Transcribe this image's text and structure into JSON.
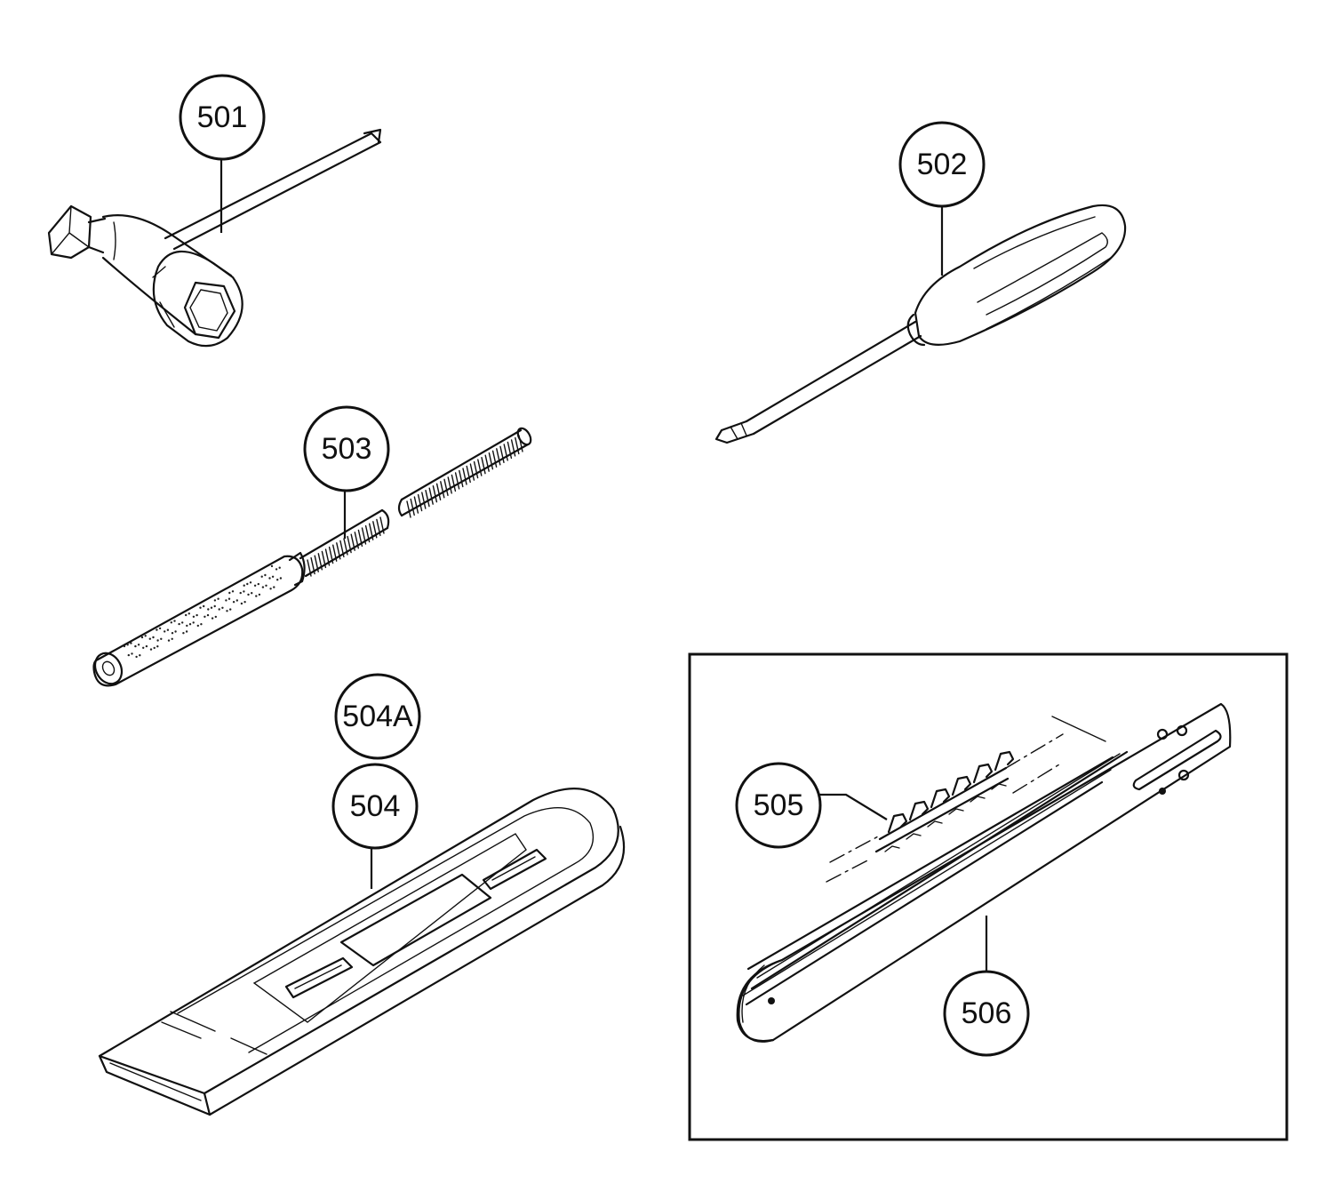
{
  "callouts": {
    "p501": "501",
    "p502": "502",
    "p503": "503",
    "p504a": "504A",
    "p504": "504",
    "p505": "505",
    "p506": "506"
  }
}
